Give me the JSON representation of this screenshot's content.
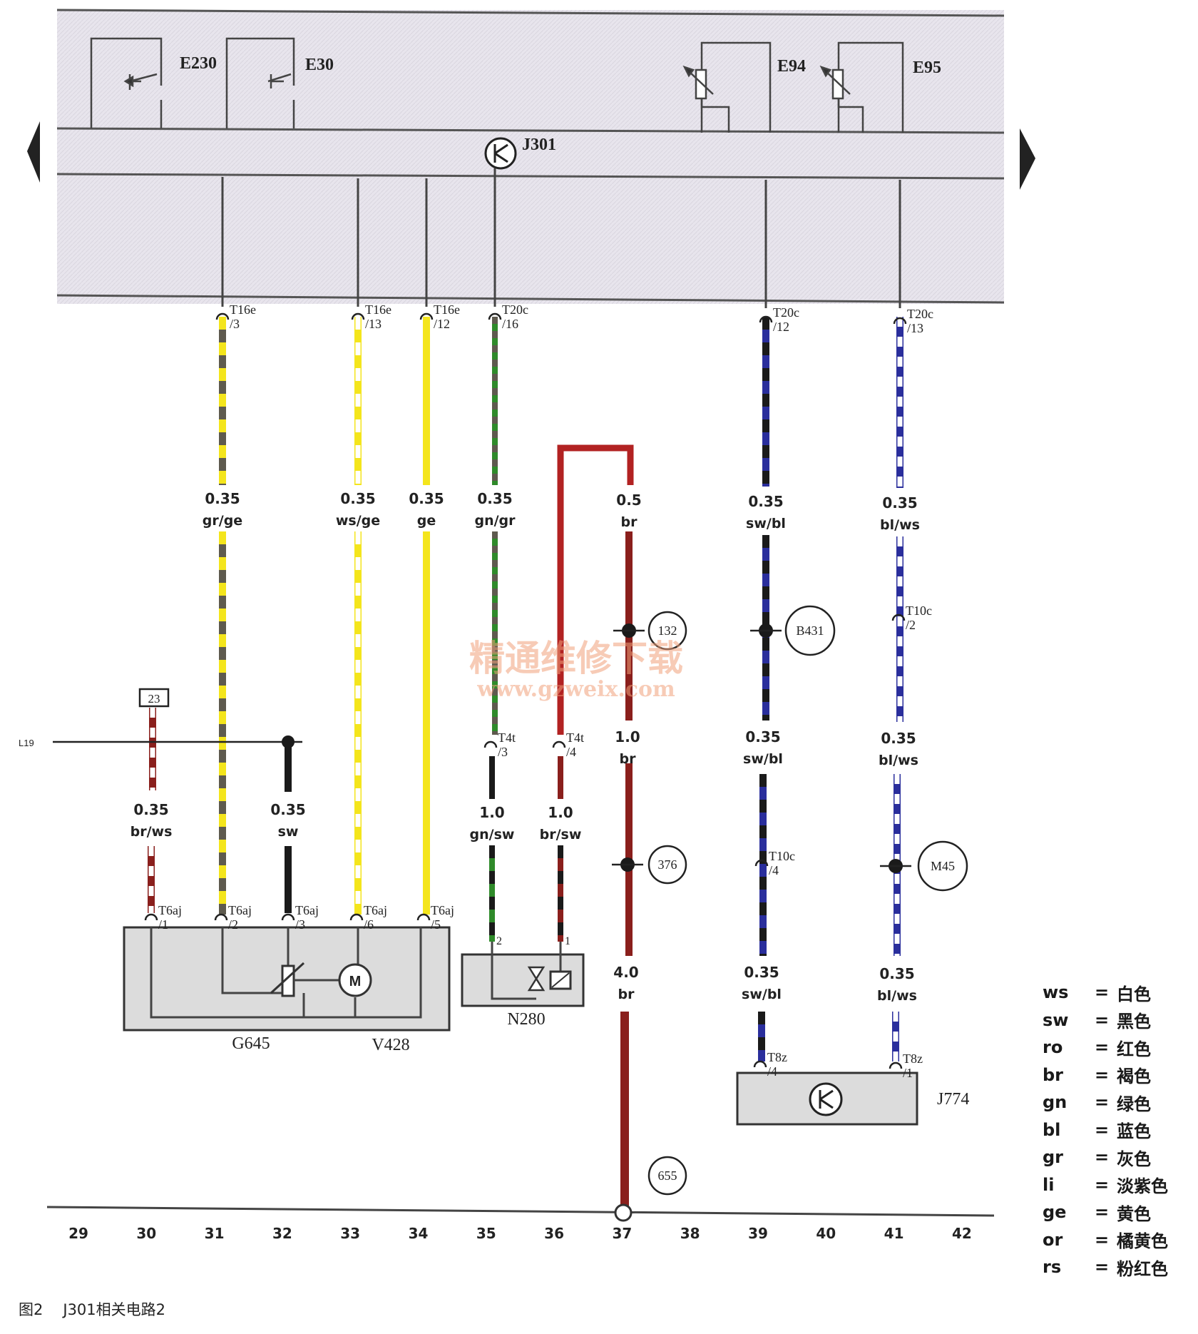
{
  "caption": {
    "figure_number": "图2",
    "title": "J301相关电路2"
  },
  "watermark": {
    "line1": "精通维修下载",
    "line2": "www.gzweix.com"
  },
  "components_top": {
    "e230": "E230",
    "e30": "E30",
    "e94": "E94",
    "e95": "E95",
    "j301": "J301"
  },
  "components_bottom": {
    "g645": "G645",
    "v428": "V428",
    "n280": "N280",
    "j774": "J774",
    "m_label": "M"
  },
  "ground_ref": "L19",
  "fuse_ref": "23",
  "connectors": [
    {
      "name": "T16e",
      "pin": "/3"
    },
    {
      "name": "T16e",
      "pin": "/13"
    },
    {
      "name": "T16e",
      "pin": "/12"
    },
    {
      "name": "T20c",
      "pin": "/16"
    },
    {
      "name": "T20c",
      "pin": "/12"
    },
    {
      "name": "T20c",
      "pin": "/13"
    },
    {
      "name": "T4t",
      "pin": "/3"
    },
    {
      "name": "T4t",
      "pin": "/4"
    },
    {
      "name": "T10c",
      "pin": "/2"
    },
    {
      "name": "T10c",
      "pin": "/4"
    },
    {
      "name": "T6aj",
      "pin": "/1"
    },
    {
      "name": "T6aj",
      "pin": "/2"
    },
    {
      "name": "T6aj",
      "pin": "/3"
    },
    {
      "name": "T6aj",
      "pin": "/6"
    },
    {
      "name": "T6aj",
      "pin": "/5"
    },
    {
      "name": "T8z",
      "pin": "/4"
    },
    {
      "name": "T8z",
      "pin": "/1"
    }
  ],
  "n280_pins": [
    "2",
    "1"
  ],
  "wire_labels": [
    {
      "size": "0.35",
      "color": "gr/ge"
    },
    {
      "size": "0.35",
      "color": "ws/ge"
    },
    {
      "size": "0.35",
      "color": "ge"
    },
    {
      "size": "0.35",
      "color": "gn/gr"
    },
    {
      "size": "0.5",
      "color": "br"
    },
    {
      "size": "0.35",
      "color": "sw/bl"
    },
    {
      "size": "0.35",
      "color": "bl/ws"
    },
    {
      "size": "1.0",
      "color": "br"
    },
    {
      "size": "0.35",
      "color": "sw/bl"
    },
    {
      "size": "0.35",
      "color": "bl/ws"
    },
    {
      "size": "0.35",
      "color": "br/ws"
    },
    {
      "size": "0.35",
      "color": "sw"
    },
    {
      "size": "1.0",
      "color": "gn/sw"
    },
    {
      "size": "1.0",
      "color": "br/sw"
    },
    {
      "size": "4.0",
      "color": "br"
    },
    {
      "size": "0.35",
      "color": "sw/bl"
    },
    {
      "size": "0.35",
      "color": "bl/ws"
    }
  ],
  "splices": [
    "132",
    "B431",
    "376",
    "M45",
    "655"
  ],
  "grid_numbers": [
    "29",
    "30",
    "31",
    "32",
    "33",
    "34",
    "35",
    "36",
    "37",
    "38",
    "39",
    "40",
    "41",
    "42"
  ],
  "legend": [
    {
      "code": "ws",
      "name": "白色"
    },
    {
      "code": "sw",
      "name": "黑色"
    },
    {
      "code": "ro",
      "name": "红色"
    },
    {
      "code": "br",
      "name": "褐色"
    },
    {
      "code": "gn",
      "name": "绿色"
    },
    {
      "code": "bl",
      "name": "蓝色"
    },
    {
      "code": "gr",
      "name": "灰色"
    },
    {
      "code": "li",
      "name": "淡紫色"
    },
    {
      "code": "ge",
      "name": "黄色"
    },
    {
      "code": "or",
      "name": "橘黄色"
    },
    {
      "code": "rs",
      "name": "粉红色"
    }
  ],
  "wire_colors": {
    "gr": "#5e5a4e",
    "ge": "#f4e51c",
    "ws": "#ffffff",
    "gn": "#2f8a2a",
    "br": "#8a1f1c",
    "sw": "#1a1a1a",
    "bl": "#2a2e9c"
  },
  "panel_color": "#e7e4ec"
}
